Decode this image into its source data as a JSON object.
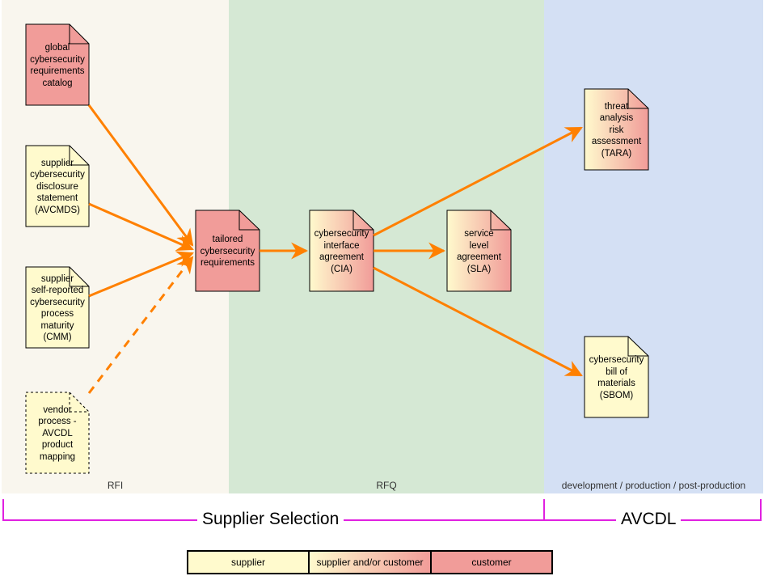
{
  "lanes": {
    "rfi": "RFI",
    "rfq": "RFQ",
    "dev": "development / production / post-production"
  },
  "documents": {
    "global_catalog": "global\ncybersecurity\nrequirements\ncatalog",
    "avcmds": "supplier\ncybersecurity\ndisclosure\nstatement\n(AVCMDS)",
    "cmm": "supplier\nself-reported\ncybersecurity\nprocess\nmaturity\n(CMM)",
    "vendor_mapping": "vendor\nprocess -\nAVCDL\nproduct\nmapping",
    "tailored": "tailored\ncybersecurity\nrequirements",
    "cia": "cybersecurity\ninterface\nagreement\n(CIA)",
    "sla": "service\nlevel\nagreement\n(SLA)",
    "tara": "threat\nanalysis\nrisk\nassessment\n(TARA)",
    "sbom": "cybersecurity\nbill of\nmaterials\n(SBOM)"
  },
  "phases": {
    "supplier_selection": "Supplier Selection",
    "avcdl": "AVCDL"
  },
  "legend": {
    "supplier": "supplier",
    "both": "supplier and/or customer",
    "customer": "customer"
  },
  "colors": {
    "supplier_fill": "#fffacd",
    "customer_fill": "#f19c99",
    "arrow": "#ff8000",
    "bracket": "#e020e0"
  }
}
